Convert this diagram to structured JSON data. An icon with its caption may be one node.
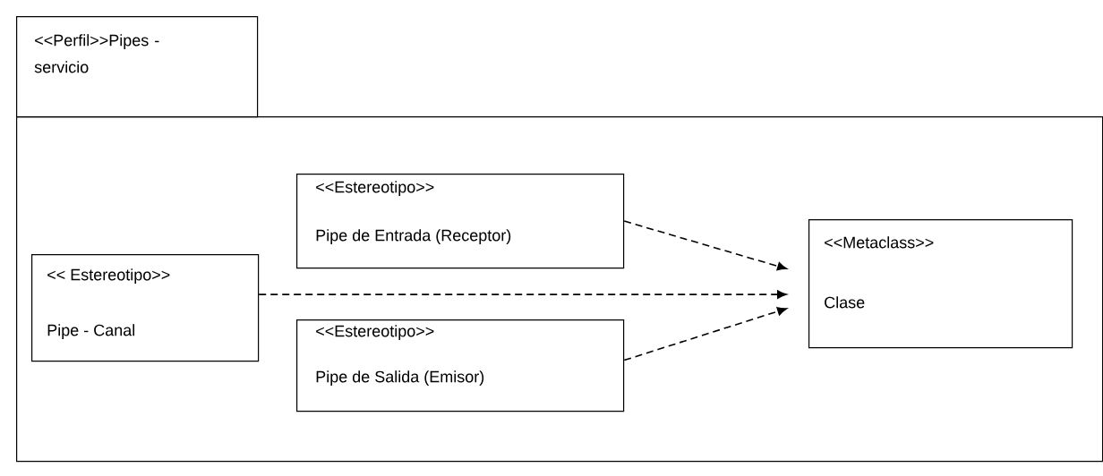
{
  "diagram": {
    "nodes": [
      {
        "text": [
          "<<Perfil>>Pipes - servicio"
        ]
      },
      {
        "text": [],
        "shape": "box"
      },
      {
        "text": [
          "<<Estereotipo>>",
          "Pipe de Entrada (Receptor)"
        ],
        "in": 1
      },
      {
        "text": [
          "<< Estereotipo>>",
          "Pipe - Canal"
        ],
        "in": 1
      },
      {
        "text": [
          "<<Metaclass>>",
          "Clase"
        ],
        "in": 1
      },
      {
        "text": [
          "<<Estereotipo>>",
          "Pipe de Salida (Emisor)"
        ],
        "in": 1
      }
    ],
    "edges": [
      {
        "from": 2,
        "to": 4,
        "arrow": "to",
        "style": "dashed"
      },
      {
        "from": 3,
        "to": 4,
        "arrow": "to",
        "style": "dashed"
      },
      {
        "from": 5,
        "to": 4,
        "arrow": "to",
        "style": "dashed"
      }
    ]
  }
}
